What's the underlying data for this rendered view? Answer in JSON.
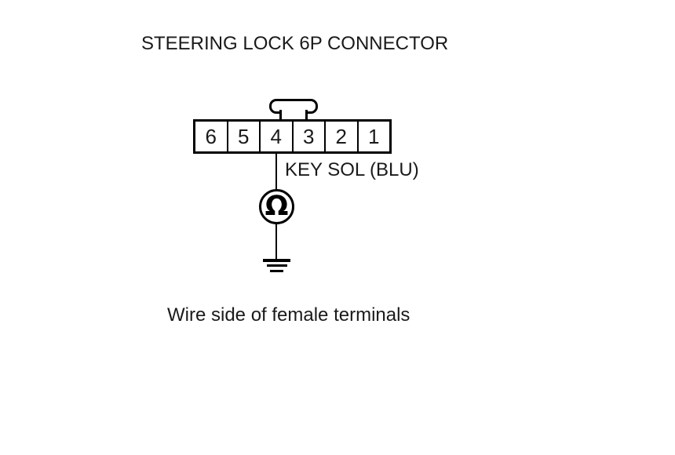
{
  "diagram": {
    "title": "STEERING LOCK 6P CONNECTOR",
    "connector": {
      "pin_count_label": "6P",
      "pins": [
        "6",
        "5",
        "4",
        "3",
        "2",
        "1"
      ],
      "probed_pin": "4"
    },
    "wire": {
      "label": "KEY SOL (BLU)"
    },
    "meter": {
      "symbol": "Ω"
    },
    "caption": "Wire side of female terminals",
    "colors": {
      "line": "#000000",
      "text": "#1a1a1a",
      "background": "#ffffff"
    }
  }
}
